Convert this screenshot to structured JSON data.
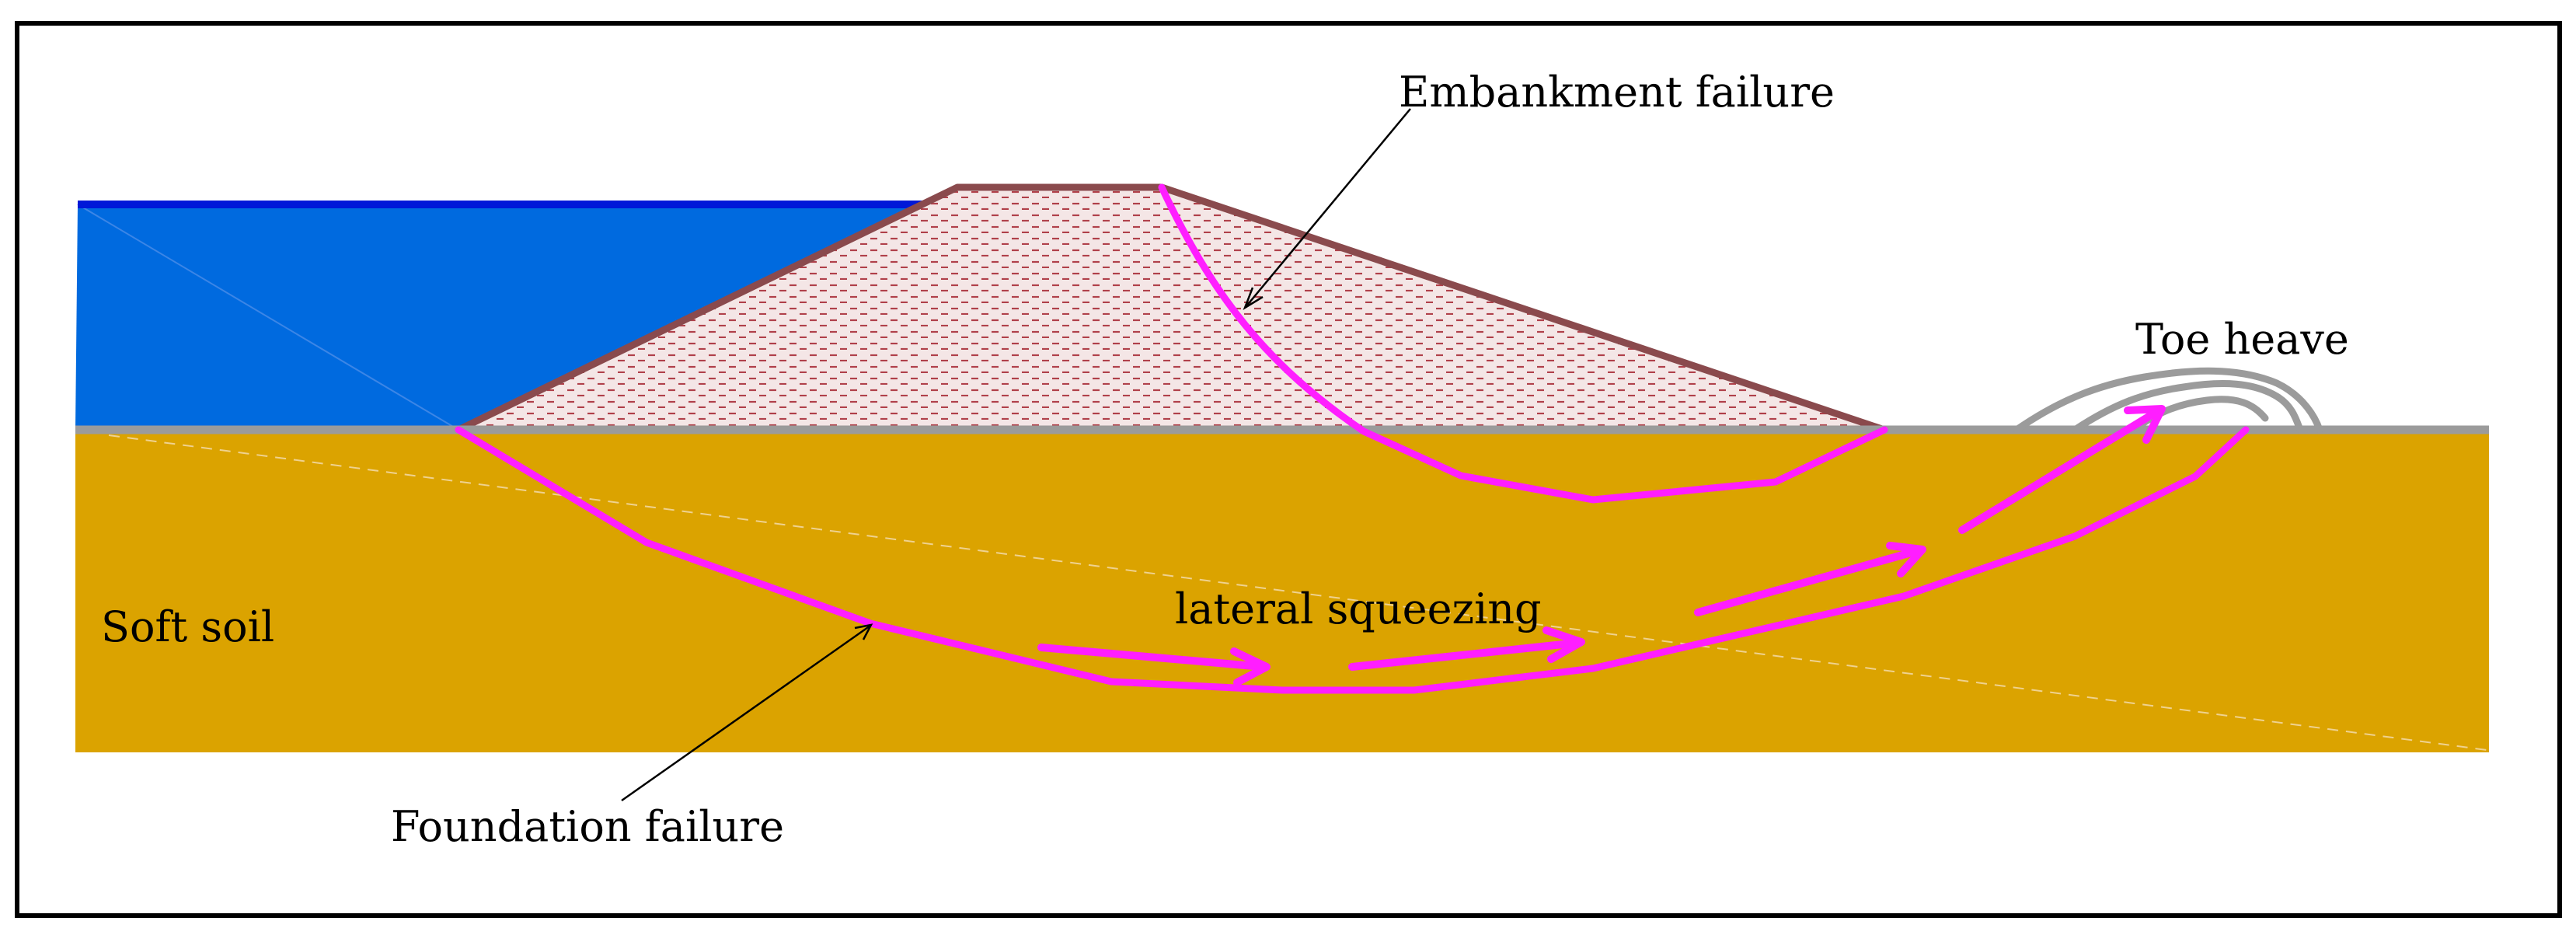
{
  "labels": {
    "embankment_failure": "Embankment failure",
    "toe_heave": "Toe heave",
    "soft_soil": "Soft soil",
    "lateral_squeezing": "lateral squeezing",
    "foundation_failure": "Foundation failure"
  },
  "colors": {
    "water": "#006ADF",
    "water_line": "#0018D8",
    "soil": "#DBA300",
    "embankment_outline": "#8A4A4D",
    "embankment_fill": "#F4E6E6",
    "hatch": "#B0404A",
    "failure_surface": "#FF1EFF",
    "ground_line": "#9B9B9B",
    "frame": "#000000"
  },
  "icons": {
    "squeeze_arrow": "arrow-right-icon"
  }
}
